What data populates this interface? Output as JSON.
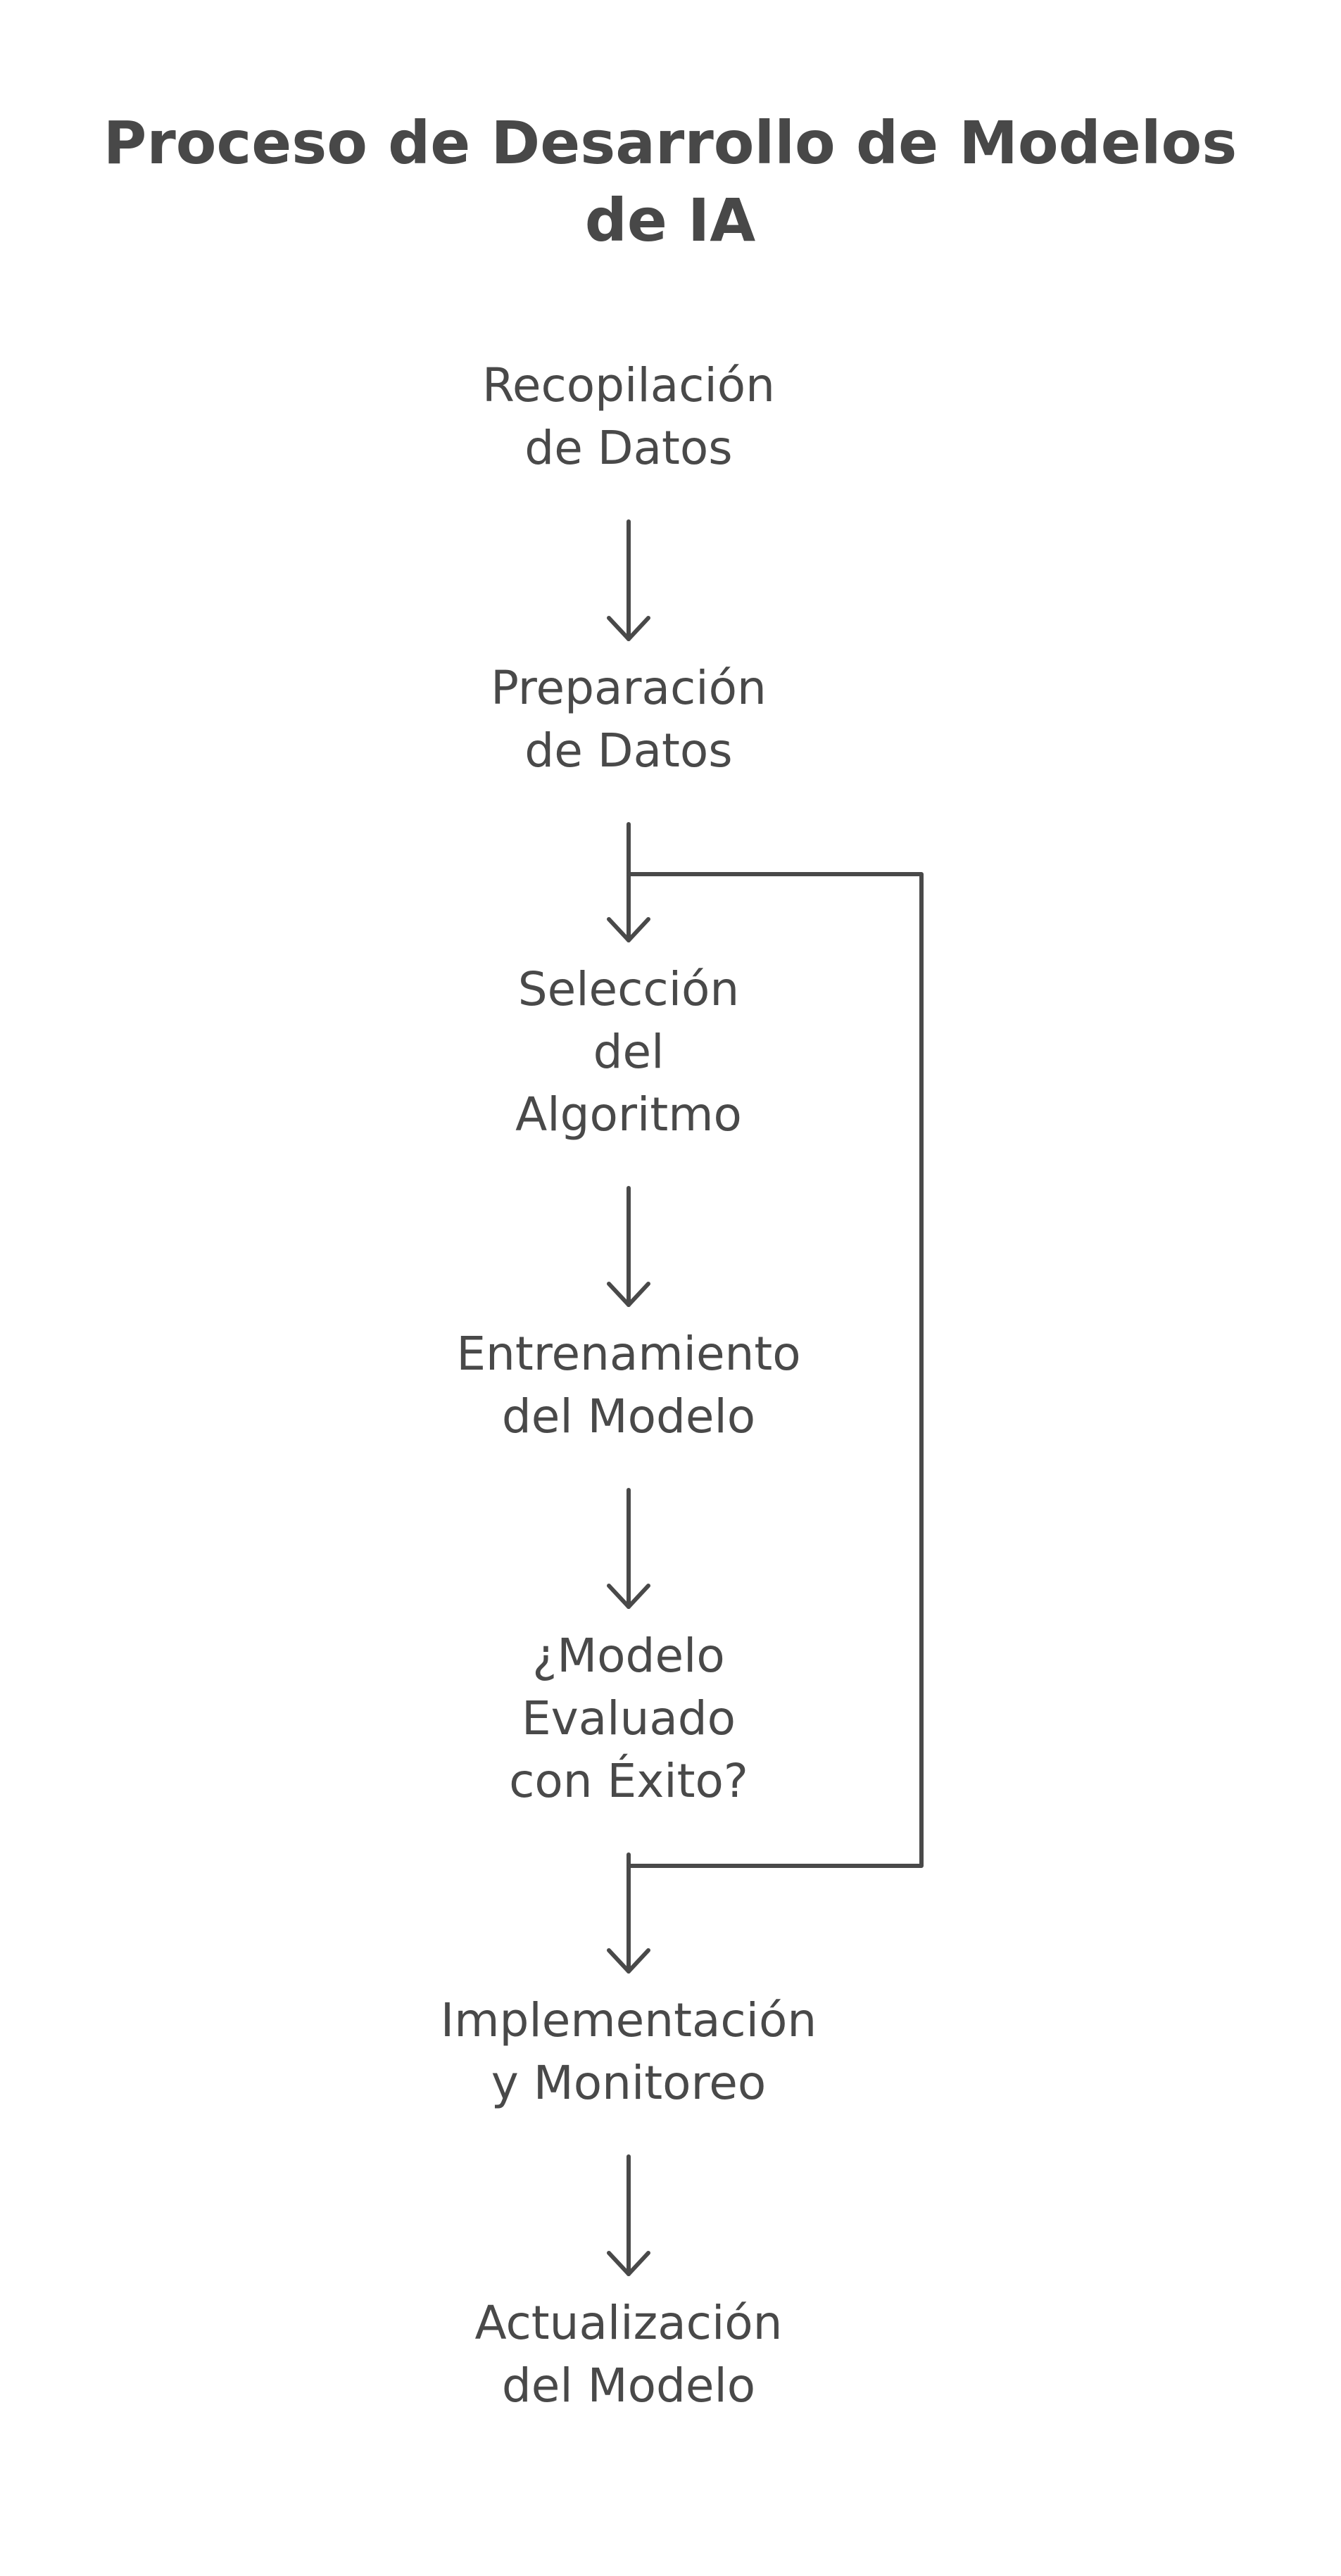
{
  "title": [
    "Proceso de Desarrollo de Modelos",
    "de IA"
  ],
  "colors": {
    "ink": "#494949",
    "background": "#ffffff"
  },
  "nodes": [
    {
      "id": "recopilacion",
      "lines": [
        "Recopilación",
        "de Datos"
      ]
    },
    {
      "id": "preparacion",
      "lines": [
        "Preparación",
        "de Datos"
      ]
    },
    {
      "id": "seleccion",
      "lines": [
        "Selección",
        "del",
        "Algoritmo"
      ]
    },
    {
      "id": "entrenamiento",
      "lines": [
        "Entrenamiento",
        "del Modelo"
      ]
    },
    {
      "id": "evaluacion",
      "lines": [
        "¿Modelo",
        "Evaluado",
        "con Éxito?"
      ]
    },
    {
      "id": "implementacion",
      "lines": [
        "Implementación",
        "y Monitoreo"
      ]
    },
    {
      "id": "actualizacion",
      "lines": [
        "Actualización",
        "del Modelo"
      ]
    }
  ],
  "edges": [
    {
      "from": "recopilacion",
      "to": "preparacion"
    },
    {
      "from": "preparacion",
      "to": "seleccion"
    },
    {
      "from": "seleccion",
      "to": "entrenamiento"
    },
    {
      "from": "entrenamiento",
      "to": "evaluacion"
    },
    {
      "from": "evaluacion",
      "to": "implementacion"
    },
    {
      "from": "implementacion",
      "to": "actualizacion"
    },
    {
      "from": "evaluacion",
      "to": "seleccion",
      "type": "loop"
    }
  ]
}
